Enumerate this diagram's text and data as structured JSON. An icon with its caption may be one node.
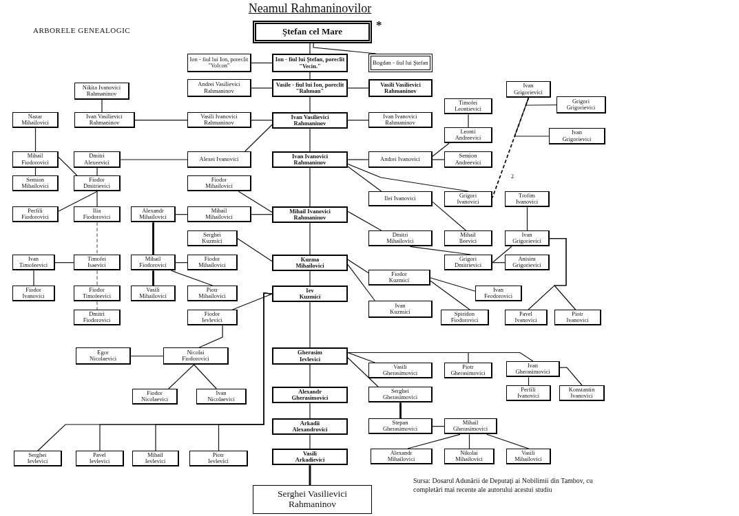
{
  "diagram": {
    "title": "Neamul Rahmaninovilor",
    "caption": "Sursa: Dosarul Adunării de Deputaţi ai Nobilimii din Tambov, cu completări mai recente ale autorului acestui studiu",
    "nodes": [
      {
        "text": [
          "Ştefan cel Mare"
        ],
        "beside": [
          "*"
        ]
      },
      {
        "text": [
          "Ion - fiul lui Ion, poreclit \"Volcon\""
        ]
      },
      {
        "text": [
          "Ion - fiul lui Ştefan, poreclit \"Vecin.\""
        ]
      },
      {
        "text": [
          "Bogdan - fiul lui Ştefan"
        ]
      },
      {
        "text": [
          "Andrei Vasilievici Rahmaninov"
        ]
      },
      {
        "text": [
          "Vasile - fiul lui Ion, poreclit \"Rahman\""
        ]
      },
      {
        "text": [
          "Vasili Vasilievici Rahmaninov"
        ]
      },
      {
        "text": [
          "Ivan Grigorievici"
        ]
      },
      {
        "text": [
          "Nikita Ivanovici Rahmaninov"
        ]
      },
      {
        "text": [
          "Grigori Grigorievici"
        ]
      },
      {
        "text": [
          "Timofei Leontievici"
        ]
      },
      {
        "text": [
          "Nazar Mihailovici"
        ]
      },
      {
        "text": [
          "Ivan Vasilievici Rahmaninov"
        ]
      },
      {
        "text": [
          "Vasili Ivanovici Rahmaninov"
        ]
      },
      {
        "text": [
          "Ivan Vasilievici Rahmaninov"
        ]
      },
      {
        "text": [
          "Ivan Ivanovici Rahmaninov"
        ]
      },
      {
        "text": [
          "Leonti Andreevici"
        ]
      },
      {
        "text": [
          "Ivan Grigorievici"
        ]
      },
      {
        "text": [
          "Mihail Fiodorovici"
        ]
      },
      {
        "text": [
          "Dmitri Alexeevici"
        ]
      },
      {
        "text": [
          "Alexei Ivanovici"
        ]
      },
      {
        "text": [
          "Ivan Ivanovici Rahmaninov"
        ]
      },
      {
        "text": [
          "Andrei Ivanovici"
        ]
      },
      {
        "text": [
          "Semion Andreevici"
        ]
      },
      {
        "text": [
          "Semion Mihailovici"
        ]
      },
      {
        "text": [
          "Fiodor Dmitrievici"
        ]
      },
      {
        "text": [
          "Fiodor Mihailovici"
        ]
      },
      {
        "text": [
          "Ilei Ivanovici"
        ]
      },
      {
        "text": [
          "Grigori Ivanovici"
        ]
      },
      {
        "text": [
          "Trofim Ivanovici"
        ]
      },
      {
        "text": [
          "Perfili Fiodorovici"
        ]
      },
      {
        "text": [
          "Ilia Fiodorovici"
        ]
      },
      {
        "text": [
          "Alexandr Mihailovici"
        ]
      },
      {
        "text": [
          "Mihail Mihailovici"
        ]
      },
      {
        "text": [
          "Mihail Ivanovici Rahmaninov"
        ]
      },
      {
        "text": [
          "Serghei Kuzmici"
        ]
      },
      {
        "text": [
          "Dmitri Mihailovici"
        ]
      },
      {
        "text": [
          "Mihail Ileevici"
        ]
      },
      {
        "text": [
          "Ivan Grigorievici"
        ]
      },
      {
        "text": [
          "Ivan Timofeevici"
        ]
      },
      {
        "text": [
          "Timofei Isaevici"
        ]
      },
      {
        "text": [
          "Mihail Fiodorovici"
        ]
      },
      {
        "text": [
          "Fiodor Mihailovici"
        ]
      },
      {
        "text": [
          "Kuzma Mihailovici"
        ]
      },
      {
        "text": [
          "Grigori Dmitrievici"
        ]
      },
      {
        "text": [
          "Anisim Grigorievici"
        ]
      },
      {
        "text": [
          "Fiodor Kuzmici"
        ]
      },
      {
        "text": [
          "Ivan Feodorovici"
        ]
      },
      {
        "text": [
          "Fiodor Ivanovici"
        ]
      },
      {
        "text": [
          "Fiodor Timofeevici"
        ]
      },
      {
        "text": [
          "Vasili Mihailovici"
        ]
      },
      {
        "text": [
          "Piotr Mihailovici"
        ]
      },
      {
        "text": [
          "Iev Kuzmici"
        ]
      },
      {
        "text": [
          "Ivan Kuzmici"
        ]
      },
      {
        "text": [
          "Dmitri Fiodorovici"
        ]
      },
      {
        "text": [
          "Fiodor Ievlevici"
        ]
      },
      {
        "text": [
          "Spiridon Fiodorovici"
        ]
      },
      {
        "text": [
          "Pavel Ivanovici"
        ]
      },
      {
        "text": [
          "Piotr Ivanovici"
        ]
      },
      {
        "text": [
          "Egor Nicolaevici"
        ]
      },
      {
        "text": [
          "Nicolai Fiodorovici"
        ]
      },
      {
        "text": [
          "Gherasim Ievlevici"
        ]
      },
      {
        "text": [
          "Vasili Gherasimovici"
        ]
      },
      {
        "text": [
          "Piotr Gherasimovici"
        ]
      },
      {
        "text": [
          "Ivan Gherasimovici"
        ]
      },
      {
        "text": [
          "Fiodor Nicolaevici"
        ]
      },
      {
        "text": [
          "Ivan Nicolaevici"
        ]
      },
      {
        "text": [
          "Alexandr Gherasimovici"
        ]
      },
      {
        "text": [
          "Serghei Gherasimovici"
        ]
      },
      {
        "text": [
          "Perfili Ivanovici"
        ]
      },
      {
        "text": [
          "Konstantin Ivanovici"
        ]
      },
      {
        "text": [
          "Arkadii Alexandrovici"
        ]
      },
      {
        "text": [
          "Stepan Gherasimovici"
        ]
      },
      {
        "text": [
          "Mihail Gherasimovici"
        ]
      },
      {
        "text": [
          "Serghei Ievlevici"
        ]
      },
      {
        "text": [
          "Pavel Ievlevici"
        ]
      },
      {
        "text": [
          "Mihail Ievlevici"
        ]
      },
      {
        "text": [
          "Piotr Ievlevici"
        ]
      },
      {
        "text": [
          "Vasili Arkadievici"
        ]
      },
      {
        "text": [
          "Alexandr Mihailovici"
        ]
      },
      {
        "text": [
          "Nikolai Mihailovici"
        ]
      },
      {
        "text": [
          "Vasili Mihailovici"
        ]
      },
      {
        "text": [
          "Serghei Vasilievici Rahmaninov"
        ]
      }
    ],
    "edges": [
      {
        "from": 0,
        "to": 2,
        "arrow": "none"
      },
      {
        "from": 0,
        "to": 3,
        "arrow": "none"
      },
      {
        "from": 1,
        "to": 2,
        "arrow": "none"
      },
      {
        "from": 2,
        "to": 5,
        "arrow": "none"
      },
      {
        "from": 5,
        "to": 4,
        "arrow": "none"
      },
      {
        "from": 5,
        "to": 6,
        "arrow": "none"
      },
      {
        "from": 8,
        "to": 12,
        "arrow": "none"
      },
      {
        "from": 12,
        "to": 13,
        "arrow": "none"
      },
      {
        "from": 13,
        "to": 14,
        "arrow": "none"
      },
      {
        "from": 14,
        "to": 15,
        "arrow": "none"
      },
      {
        "from": 5,
        "to": 14,
        "arrow": "none"
      },
      {
        "from": 11,
        "to": 18,
        "arrow": "none"
      },
      {
        "from": 18,
        "to": 24,
        "arrow": "none"
      },
      {
        "from": 19,
        "to": 20,
        "arrow": "none"
      },
      {
        "from": 20,
        "to": 14,
        "arrow": "none"
      },
      {
        "from": 18,
        "to": 25,
        "arrow": "none"
      },
      {
        "from": 19,
        "to": 25,
        "arrow": "none"
      },
      {
        "from": 25,
        "to": 30,
        "arrow": "none"
      },
      {
        "from": 25,
        "to": 31,
        "arrow": "none"
      },
      {
        "from": 14,
        "to": 21,
        "arrow": "none"
      },
      {
        "from": 21,
        "to": 22,
        "arrow": "none"
      },
      {
        "from": 10,
        "to": 16,
        "arrow": "none"
      },
      {
        "from": 22,
        "to": 16,
        "arrow": "none"
      },
      {
        "from": 22,
        "to": 23,
        "arrow": "none"
      },
      {
        "from": 7,
        "to": 28,
        "arrow": "none",
        "style": "dashed"
      },
      {
        "from": 7,
        "to": 9,
        "arrow": "none"
      },
      {
        "from": 7,
        "to": 17,
        "arrow": "none"
      },
      {
        "from": 21,
        "to": 27,
        "arrow": "none"
      },
      {
        "from": 21,
        "to": 28,
        "arrow": "none"
      },
      {
        "from": 21,
        "to": 34,
        "arrow": "none"
      },
      {
        "from": 33,
        "to": 34,
        "arrow": "none"
      },
      {
        "from": 32,
        "to": 33,
        "arrow": "none"
      },
      {
        "from": 26,
        "to": 34,
        "arrow": "none"
      },
      {
        "from": 34,
        "to": 36,
        "arrow": "none"
      },
      {
        "from": 27,
        "to": 37,
        "arrow": "none"
      },
      {
        "from": 29,
        "to": 38,
        "arrow": "none"
      },
      {
        "from": 36,
        "to": 44,
        "arrow": "none"
      },
      {
        "from": 44,
        "to": 45,
        "arrow": "none"
      },
      {
        "from": 38,
        "to": 44,
        "arrow": "none"
      },
      {
        "from": 38,
        "to": 57,
        "arrow": "none"
      },
      {
        "from": 38,
        "to": 58,
        "arrow": "none"
      },
      {
        "from": 34,
        "to": 43,
        "arrow": "none"
      },
      {
        "from": 35,
        "to": 43,
        "arrow": "none"
      },
      {
        "from": 43,
        "to": 46,
        "arrow": "none"
      },
      {
        "from": 43,
        "to": 53,
        "arrow": "none"
      },
      {
        "from": 46,
        "to": 47,
        "arrow": "none"
      },
      {
        "from": 46,
        "to": 56,
        "arrow": "none"
      },
      {
        "from": 39,
        "to": 40,
        "arrow": "none"
      },
      {
        "from": 39,
        "to": 48,
        "arrow": "none"
      },
      {
        "from": 31,
        "to": 40,
        "arrow": "none",
        "style": "dashed",
        "color": "#999999"
      },
      {
        "from": 40,
        "to": 49,
        "arrow": "none",
        "style": "dashed",
        "color": "#999999"
      },
      {
        "from": 49,
        "to": 54,
        "arrow": "none",
        "style": "dashed",
        "color": "#999999"
      },
      {
        "from": 32,
        "to": 41,
        "arrow": "none",
        "style": "thick"
      },
      {
        "from": 41,
        "to": 42,
        "arrow": "none"
      },
      {
        "from": 41,
        "to": 51,
        "arrow": "none"
      },
      {
        "from": 41,
        "to": 50,
        "arrow": "none",
        "style": "thick"
      },
      {
        "from": 43,
        "to": 52,
        "arrow": "none"
      },
      {
        "from": 52,
        "to": 55,
        "arrow": "none"
      },
      {
        "from": 55,
        "to": 60,
        "arrow": "none"
      },
      {
        "from": 59,
        "to": 60,
        "arrow": "none"
      },
      {
        "from": 60,
        "to": 65,
        "arrow": "none"
      },
      {
        "from": 60,
        "to": 66,
        "arrow": "none"
      },
      {
        "from": 52,
        "to": 61,
        "arrow": "none"
      },
      {
        "from": 52,
        "to": 74,
        "arrow": "none"
      },
      {
        "from": 52,
        "to": 75,
        "arrow": "none"
      },
      {
        "from": 52,
        "to": 76,
        "arrow": "none"
      },
      {
        "from": 52,
        "to": 77,
        "arrow": "none"
      },
      {
        "from": 61,
        "to": 62,
        "arrow": "none"
      },
      {
        "from": 61,
        "to": 63,
        "arrow": "none"
      },
      {
        "from": 61,
        "to": 64,
        "arrow": "none"
      },
      {
        "from": 61,
        "to": 68,
        "arrow": "none"
      },
      {
        "from": 61,
        "to": 67,
        "arrow": "none"
      },
      {
        "from": 64,
        "to": 69,
        "arrow": "none"
      },
      {
        "from": 64,
        "to": 70,
        "arrow": "none"
      },
      {
        "from": 67,
        "to": 71,
        "arrow": "none"
      },
      {
        "from": 68,
        "to": 72,
        "arrow": "none",
        "style": "thick"
      },
      {
        "from": 72,
        "to": 73,
        "arrow": "none"
      },
      {
        "from": 73,
        "to": 79,
        "arrow": "none"
      },
      {
        "from": 73,
        "to": 80,
        "arrow": "none"
      },
      {
        "from": 73,
        "to": 81,
        "arrow": "none"
      },
      {
        "from": 71,
        "to": 78,
        "arrow": "none"
      },
      {
        "from": 78,
        "to": 82,
        "arrow": "none",
        "style": "thick"
      }
    ],
    "labels": [
      "ARBORELE GENEALOGIC",
      "2"
    ]
  }
}
